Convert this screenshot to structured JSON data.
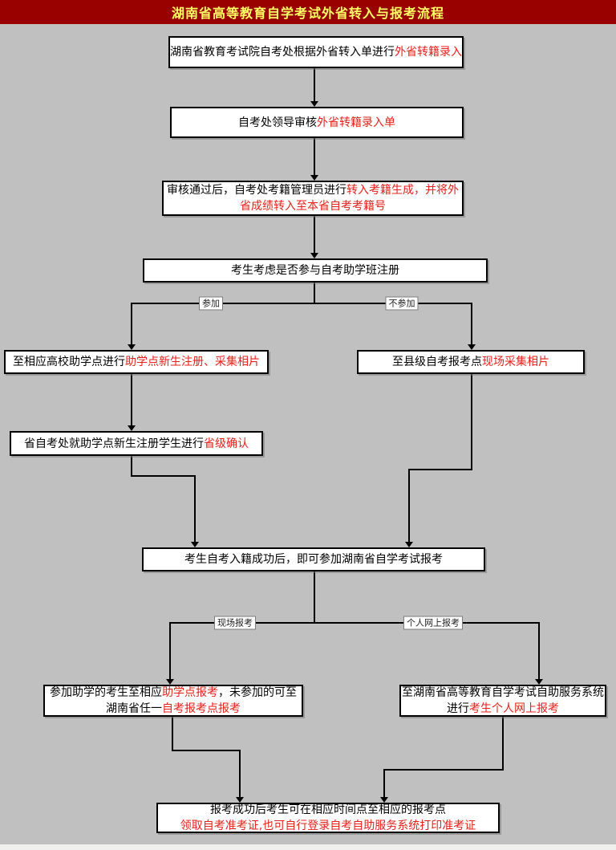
{
  "title": "湖南省高等教育自学考试外省转入与报考流程",
  "colors": {
    "header_bg": "#990000",
    "title_text": "#ffff66",
    "canvas_bg": "#c0c0c0",
    "box_background": "#ffffff",
    "box_border": "#000000",
    "connector": "#000000",
    "highlight_red": "#e8201a"
  },
  "flowchart": {
    "boxes": [
      {
        "id": "box-transfer-entry",
        "lines": [
          [
            {
              "t": "湖南省教育考试院自考处根据外省转入单进行"
            },
            {
              "t": "外省转籍录入",
              "red": true
            }
          ]
        ]
      },
      {
        "id": "box-leader-review",
        "lines": [
          [
            {
              "t": "自考处领导审核"
            },
            {
              "t": "外省转籍录入单",
              "red": true
            }
          ]
        ]
      },
      {
        "id": "box-record-generate",
        "lines": [
          [
            {
              "t": "审核通过后，自考处考籍管理员进行"
            },
            {
              "t": "转入考籍生成，并将外省成绩转入至本省自考考籍号",
              "red": true
            }
          ]
        ]
      },
      {
        "id": "box-decide-class",
        "lines": [
          [
            {
              "t": "考生考虑是否参与自考助学班注册"
            }
          ]
        ]
      },
      {
        "id": "box-school-register",
        "lines": [
          [
            {
              "t": "至相应高校助学点进行"
            },
            {
              "t": "助学点新生注册、采集相片",
              "red": true
            }
          ]
        ]
      },
      {
        "id": "box-county-photo",
        "lines": [
          [
            {
              "t": "至县级自考报考点"
            },
            {
              "t": "现场采集相片",
              "red": true
            }
          ]
        ]
      },
      {
        "id": "box-province-confirm",
        "lines": [
          [
            {
              "t": "省自考处就助学点新生注册学生进行"
            },
            {
              "t": "省级确认",
              "red": true
            }
          ]
        ]
      },
      {
        "id": "box-enroll-success",
        "lines": [
          [
            {
              "t": "考生自考入籍成功后，即可参加湖南省自学考试报考"
            }
          ]
        ]
      },
      {
        "id": "box-onsite-register",
        "lines": [
          [
            {
              "t": "参加助学的考生至相应"
            },
            {
              "t": "助学点报考",
              "red": true
            },
            {
              "t": "，未参加的可至"
            }
          ],
          [
            {
              "t": "湖南省任一"
            },
            {
              "t": "自考报考点报考",
              "red": true
            }
          ]
        ]
      },
      {
        "id": "box-online-register",
        "lines": [
          [
            {
              "t": "至湖南省高等教育自学考试自助服务系统"
            }
          ],
          [
            {
              "t": "进行"
            },
            {
              "t": "考生个人网上报考",
              "red": true
            }
          ]
        ]
      },
      {
        "id": "box-get-ticket",
        "lines": [
          [
            {
              "t": "报考成功后考生可在相应时间点至相应的报考点"
            }
          ],
          [
            {
              "t": "领取自考准考证,也可自行登录自考自助服务系统打印准考证",
              "red": true
            }
          ]
        ]
      }
    ],
    "branch_labels": [
      {
        "id": "label-join",
        "text": "参加"
      },
      {
        "id": "label-not-join",
        "text": "不参加"
      },
      {
        "id": "label-onsite",
        "text": "现场报考"
      },
      {
        "id": "label-online",
        "text": "个人网上报考"
      }
    ]
  }
}
